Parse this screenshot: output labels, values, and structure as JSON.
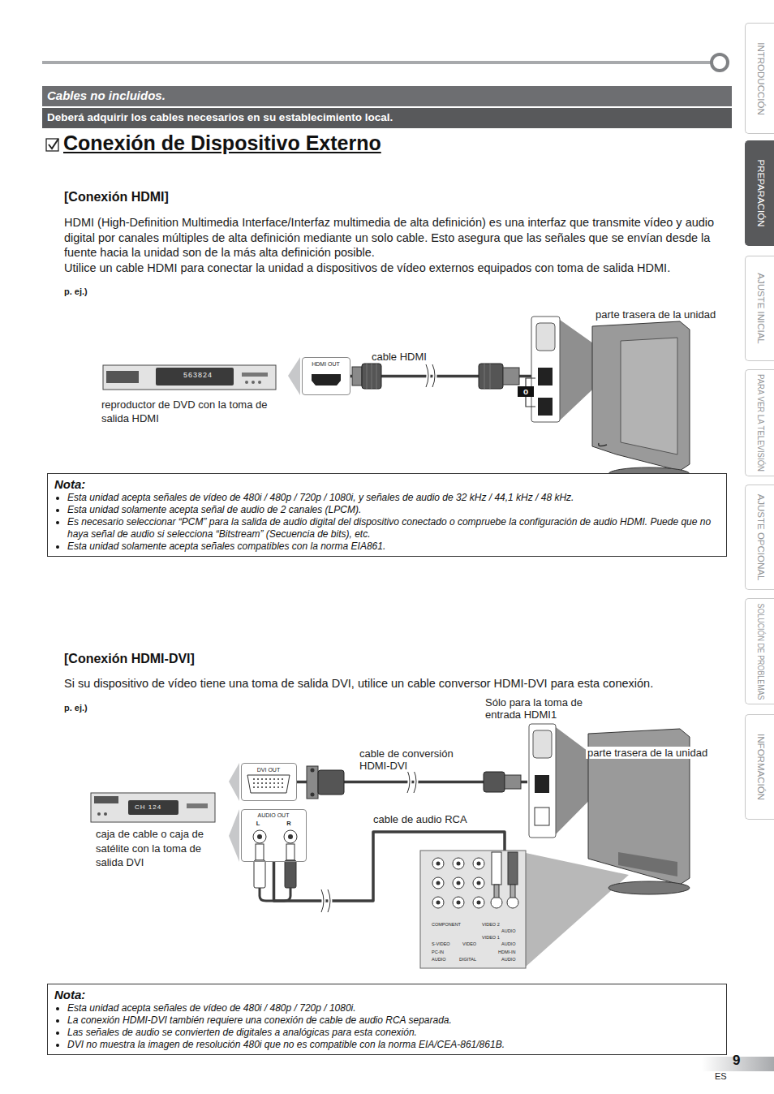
{
  "diagram": {
    "title": "Conexión de Dispositivo Externo",
    "nodes": [
      {
        "text": [
          "Cables no incluidos."
        ]
      },
      {
        "text": [
          "Deberá adquirir los cables necesarios en su establecimiento local."
        ]
      },
      {
        "text": [
          "INTRODUCCIÓN"
        ]
      },
      {
        "text": [
          "PREPARACIÓN"
        ]
      },
      {
        "text": [
          "AJUSTE INICIAL"
        ]
      },
      {
        "text": [
          "PARA VER LA TELEVISIÓN"
        ]
      },
      {
        "text": [
          "AJUSTE OPCIONAL"
        ]
      },
      {
        "text": [
          "SOLUCIÓN DE PROBLEMAS"
        ]
      },
      {
        "text": [
          "INFORMACIÓN"
        ]
      },
      {
        "text": [
          "reproductor de DVD con la toma de salida HDMI"
        ]
      },
      {
        "text": [
          "HDMI OUT"
        ]
      },
      {
        "text": [
          "parte trasera de la unidad"
        ]
      },
      {
        "text": [
          "Nota:",
          "Esta unidad acepta señales de vídeo de 480i / 480p / 720p / 1080i, y señales de audio de 32 kHz / 44,1 kHz / 48 kHz.",
          "Esta unidad solamente acepta señal de audio de 2 canales (LPCM).",
          "Es necesario seleccionar “PCM” para la salida de audio digital del dispositivo conectado o compruebe la configuración de audio HDMI. Puede que no haya señal de audio si selecciona “Bitstream” (Secuencia de bits), etc.",
          "Esta unidad solamente acepta señales compatibles con la norma EIA861."
        ]
      },
      {
        "text": [
          "caja de cable o caja de satélite con la toma de salida DVI"
        ]
      },
      {
        "text": [
          "DVI OUT"
        ]
      },
      {
        "text": [
          "AUDIO OUT",
          "L",
          "R"
        ]
      },
      {
        "text": [
          "parte trasera de la unidad"
        ]
      },
      {
        "text": [
          "COMPONENT",
          "VIDEO 2",
          "AUDIO",
          "VIDEO 1",
          "S-VIDEO",
          "VIDEO",
          "AUDIO",
          "PC-IN",
          "HDMI-IN",
          "AUDIO",
          "DIGITAL",
          "AUDIO"
        ]
      },
      {
        "text": [
          "Nota:",
          "Esta unidad acepta señales de vídeo de 480i / 480p / 720p / 1080i.",
          "La conexión HDMI-DVI también requiere una conexión de cable de audio RCA separada.",
          "Las señales de audio se convierten de digitales a analógicas para esta conexión.",
          "DVI no muestra la imagen de resolución 480i que no es compatible con la norma EIA/CEA-861/861B."
        ]
      }
    ],
    "edges": [
      {
        "from": 10,
        "to": 11,
        "label": "cable HDMI",
        "arrow": "none"
      },
      {
        "from": 14,
        "to": 16,
        "label": "cable de conversión HDMI-DVI",
        "arrow": "none"
      },
      {
        "from": 15,
        "to": 17,
        "label": "cable de audio RCA",
        "arrow": "none"
      }
    ],
    "labels": [
      "[Conexión HDMI]",
      "HDMI (High-Definition Multimedia Interface/Interfaz multimedia de alta definición) es una interfaz que transmite vídeo y audio digital por canales múltiples de alta definición mediante un solo cable. Esto asegura que las señales que se envían desde la fuente hacia la unidad son de la más alta definición posible.",
      "Utilice un cable HDMI para conectar la unidad a dispositivos de vídeo externos equipados con toma de salida HDMI.",
      "p. ej.)",
      "563824",
      "o",
      "[Conexión HDMI-DVI]",
      "Si su dispositivo de vídeo tiene una toma de salida DVI, utilice un cable conversor HDMI-DVI para esta conexión.",
      "p. ej.)",
      "Sólo para la toma de entrada HDMI1",
      "CH 124",
      "9",
      "ES"
    ]
  }
}
